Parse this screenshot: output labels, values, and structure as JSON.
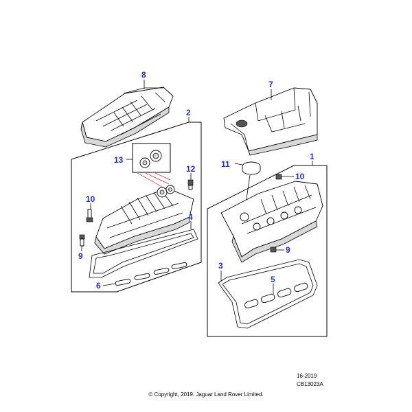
{
  "callouts": {
    "c1": "1",
    "c2": "2",
    "c3": "3",
    "c4": "4",
    "c5": "5",
    "c6": "6",
    "c7": "7",
    "c8": "8",
    "c9_left": "9",
    "c9_right": "9",
    "c10_left": "10",
    "c10_right": "10",
    "c11": "11",
    "c12": "12",
    "c13": "13"
  },
  "footer": {
    "year": "16-2019",
    "code": "CB13023A",
    "copyright": "© Copyright, 2019. Jaguar Land Rover Limited."
  },
  "colors": {
    "callout": "#1f2fd6",
    "line": "#000000",
    "highlight": "#dd2222"
  }
}
